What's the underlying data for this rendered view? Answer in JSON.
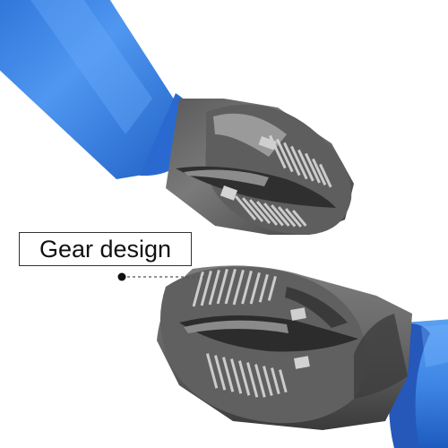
{
  "callout": {
    "label": "Gear design"
  },
  "colors": {
    "handle_blue": "#3f86e6",
    "handle_blue_dark": "#1f5fc4",
    "metal_gray": "#646464",
    "metal_dark": "#3a3a3a",
    "metal_light": "#b0b0b0"
  },
  "objects": {
    "upper_bit": "screwdriver-bit-upper",
    "lower_bit": "screwdriver-bit-lower"
  }
}
